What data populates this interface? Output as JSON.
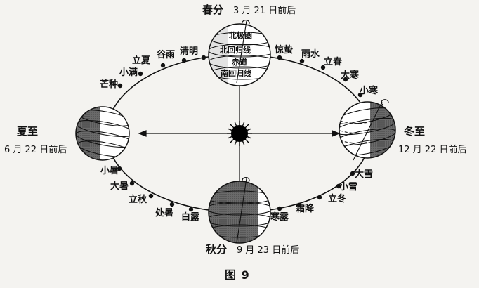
{
  "figure_caption": "图 9",
  "sun": {
    "icon": "sun-icon"
  },
  "earth_icon": "globe-icon",
  "orbit_direction_icon": "arrow-icon",
  "seasons": {
    "spring": {
      "name": "春分",
      "date": "3 月 21 日前后"
    },
    "summer": {
      "name": "夏至",
      "date": "6 月 22 日前后"
    },
    "autumn": {
      "name": "秋分",
      "date": "9 月 23 日前后"
    },
    "winter": {
      "name": "冬至",
      "date": "12 月 22 日前后"
    }
  },
  "globe_labels": {
    "arctic_circle": "北极圈",
    "tropic_cancer": "北回归线",
    "equator": "赤道",
    "tropic_capricorn": "南回归线"
  },
  "solar_terms": {
    "qingming": "清明",
    "guyu": "谷雨",
    "lixia": "立夏",
    "xiaoman": "小满",
    "mangzhong": "芒种",
    "xiaoshu": "小暑",
    "dashu": "大暑",
    "liqiu": "立秋",
    "chushu": "处暑",
    "bailu": "白露",
    "hanlu": "寒露",
    "shuangjiang": "霜降",
    "lidong": "立冬",
    "xiaoxue": "小雪",
    "daxue": "大雪",
    "xiaohan": "小寒",
    "dahan": "大寒",
    "lichun": "立春",
    "yushui": "雨水",
    "jingzhe": "惊蛰"
  }
}
